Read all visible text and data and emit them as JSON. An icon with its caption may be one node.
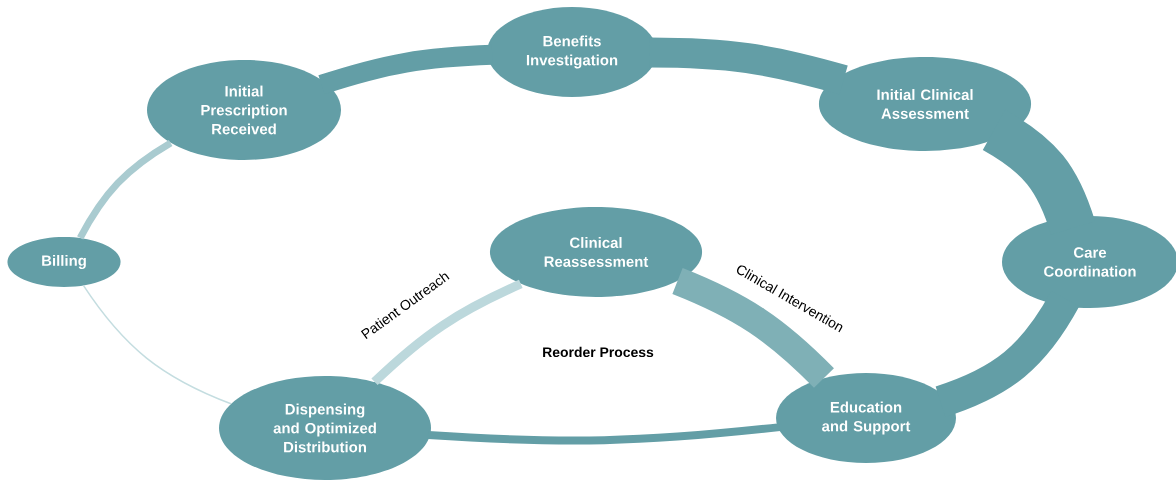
{
  "diagram": {
    "nodes": [
      {
        "text": [
          "Benefits Investigation"
        ]
      },
      {
        "text": [
          "Initial Prescription Received"
        ]
      },
      {
        "text": [
          "Initial Clinical Assessment"
        ]
      },
      {
        "text": [
          "Billing"
        ]
      },
      {
        "text": [
          "Clinical Reassessment"
        ]
      },
      {
        "text": [
          "Care Coordination"
        ]
      },
      {
        "text": [
          "Dispensing and Optimized Distribution"
        ]
      },
      {
        "text": [
          "Education and Support"
        ]
      }
    ],
    "edges": [
      {
        "from": 1,
        "to": 0,
        "arrow": "none"
      },
      {
        "from": 0,
        "to": 2,
        "arrow": "none"
      },
      {
        "from": 2,
        "to": 5,
        "arrow": "none",
        "style": "thick"
      },
      {
        "from": 5,
        "to": 7,
        "arrow": "none"
      },
      {
        "from": 7,
        "to": 6,
        "arrow": "none"
      },
      {
        "from": 6,
        "to": 3,
        "arrow": "none",
        "color": "#c4dde0"
      },
      {
        "from": 3,
        "to": 1,
        "arrow": "none",
        "color": "#a9cbd0"
      },
      {
        "from": 6,
        "to": 4,
        "arrow": "none",
        "label": "Patient Outreach",
        "color": "#bcd8dc"
      },
      {
        "from": 4,
        "to": 7,
        "arrow": "none",
        "label": "Clinical Intervention",
        "color": "#7fb0b6"
      }
    ],
    "labels": [
      "Reorder Process"
    ]
  }
}
